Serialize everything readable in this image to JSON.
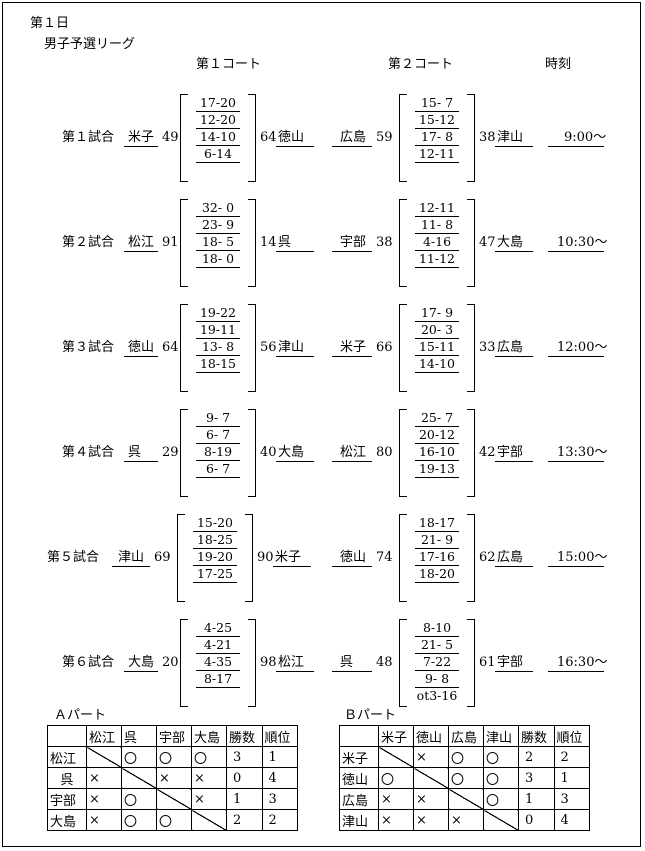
{
  "day": "第１日",
  "league": "男子予選リーグ",
  "headers": {
    "court1": "第１コート",
    "court2": "第２コート",
    "time": "時刻"
  },
  "matches": [
    {
      "label": "第１試合",
      "time": "9:00～",
      "c1": {
        "left": "米子",
        "ls": "49",
        "rs": "64",
        "right": "徳山",
        "sets": [
          "17-20",
          "12-20",
          "14-10",
          "6-14"
        ]
      },
      "c2": {
        "left": "広島",
        "ls": "59",
        "rs": "38",
        "right": "津山",
        "sets": [
          "15- 7",
          "15-12",
          "17- 8",
          "12-11"
        ]
      }
    },
    {
      "label": "第２試合",
      "time": "10:30～",
      "c1": {
        "left": "松江",
        "ls": "91",
        "rs": "14",
        "right": "呉",
        "sets": [
          "32- 0",
          "23- 9",
          "18- 5",
          "18- 0"
        ]
      },
      "c2": {
        "left": "宇部",
        "ls": "38",
        "rs": "47",
        "right": "大島",
        "sets": [
          "12-11",
          "11- 8",
          "4-16",
          "11-12"
        ]
      }
    },
    {
      "label": "第３試合",
      "time": "12:00～",
      "c1": {
        "left": "徳山",
        "ls": "64",
        "rs": "56",
        "right": "津山",
        "sets": [
          "19-22",
          "19-11",
          "13- 8",
          "18-15"
        ]
      },
      "c2": {
        "left": "米子",
        "ls": "66",
        "rs": "33",
        "right": "広島",
        "sets": [
          "17- 9",
          "20- 3",
          "15-11",
          "14-10"
        ]
      }
    },
    {
      "label": "第４試合",
      "time": "13:30～",
      "c1": {
        "left": "呉",
        "ls": "29",
        "rs": "40",
        "right": "大島",
        "sets": [
          "9- 7",
          "6- 7",
          "8-19",
          "6- 7"
        ]
      },
      "c2": {
        "left": "松江",
        "ls": "80",
        "rs": "42",
        "right": "宇部",
        "sets": [
          "25- 7",
          "20-12",
          "16-10",
          "19-13"
        ]
      }
    },
    {
      "label": "第５試合",
      "time": "15:00～",
      "c1": {
        "left": "津山",
        "ls": "69",
        "rs": "90",
        "right": "米子",
        "sets": [
          "15-20",
          "18-25",
          "19-20",
          "17-25"
        ]
      },
      "c2": {
        "left": "徳山",
        "ls": "74",
        "rs": "62",
        "right": "広島",
        "sets": [
          "18-17",
          "21- 9",
          "17-16",
          "18-20"
        ]
      }
    },
    {
      "label": "第６試合",
      "time": "16:30～",
      "c1": {
        "left": "大島",
        "ls": "20",
        "rs": "98",
        "right": "松江",
        "sets": [
          "4-25",
          "4-21",
          "4-35",
          "8-17"
        ]
      },
      "c2": {
        "left": "呉",
        "ls": "48",
        "rs": "61",
        "right": "宇部",
        "sets": [
          "8-10",
          "21- 5",
          "7-22",
          "9- 8"
        ],
        "ot": "ot3-16"
      }
    }
  ],
  "partA": {
    "title": "Ａパート",
    "head": [
      "",
      "松江",
      "呉",
      "宇部",
      "大島",
      "勝数",
      "順位"
    ],
    "rows": [
      [
        "松江",
        "",
        "〇",
        "〇",
        "〇",
        "3",
        "1"
      ],
      [
        "呉",
        "×",
        "",
        "×",
        "×",
        "0",
        "4"
      ],
      [
        "宇部",
        "×",
        "〇",
        "",
        "×",
        "1",
        "3"
      ],
      [
        "大島",
        "×",
        "〇",
        "〇",
        "",
        "2",
        "2"
      ]
    ]
  },
  "partB": {
    "title": "Ｂパート",
    "head": [
      "",
      "米子",
      "徳山",
      "広島",
      "津山",
      "勝数",
      "順位"
    ],
    "rows": [
      [
        "米子",
        "",
        "×",
        "〇",
        "〇",
        "2",
        "2"
      ],
      [
        "徳山",
        "〇",
        "",
        "〇",
        "〇",
        "3",
        "1"
      ],
      [
        "広島",
        "×",
        "×",
        "",
        "〇",
        "1",
        "3"
      ],
      [
        "津山",
        "×",
        "×",
        "×",
        "",
        "0",
        "4"
      ]
    ]
  }
}
